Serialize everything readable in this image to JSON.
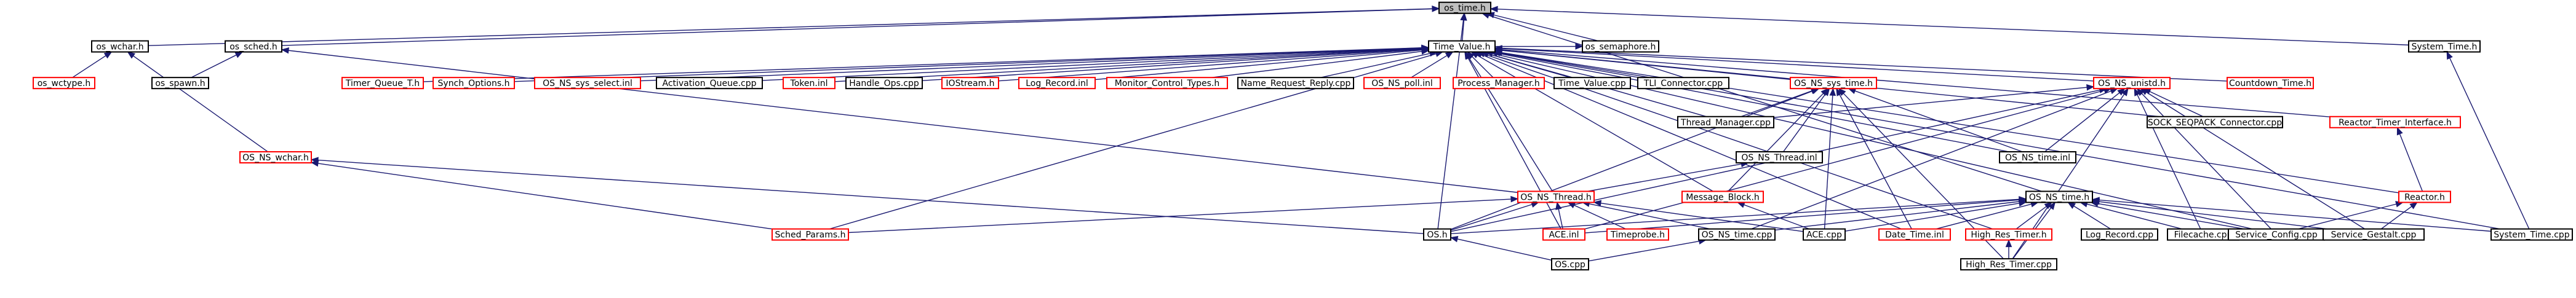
{
  "colors": {
    "edge": "#191970",
    "border_default": "#000000",
    "border_link": "#ff0000",
    "fill_default": "#ffffff",
    "fill_root": "#bfbfbf"
  },
  "nodes": [
    {
      "id": "os_time_h",
      "label": "os_time.h",
      "style": "root"
    },
    {
      "id": "os_wchar_h",
      "label": "os_wchar.h",
      "style": "black"
    },
    {
      "id": "os_sched_h",
      "label": "os_sched.h",
      "style": "black"
    },
    {
      "id": "Time_Value_h",
      "label": "Time_Value.h",
      "style": "black"
    },
    {
      "id": "os_semaphore_h",
      "label": "os_semaphore.h",
      "style": "black"
    },
    {
      "id": "System_Time_h",
      "label": "System_Time.h",
      "style": "black"
    },
    {
      "id": "os_wctype_h",
      "label": "os_wctype.h",
      "style": "red"
    },
    {
      "id": "os_spawn_h",
      "label": "os_spawn.h",
      "style": "black"
    },
    {
      "id": "Timer_Queue_T_h",
      "label": "Timer_Queue_T.h",
      "style": "red"
    },
    {
      "id": "Synch_Options_h",
      "label": "Synch_Options.h",
      "style": "red"
    },
    {
      "id": "OS_NS_sys_select_inl",
      "label": "OS_NS_sys_select.inl",
      "style": "red"
    },
    {
      "id": "Activation_Queue_cpp",
      "label": "Activation_Queue.cpp",
      "style": "black"
    },
    {
      "id": "Token_inl",
      "label": "Token.inl",
      "style": "red"
    },
    {
      "id": "Handle_Ops_cpp",
      "label": "Handle_Ops.cpp",
      "style": "black"
    },
    {
      "id": "IOStream_h",
      "label": "IOStream.h",
      "style": "red"
    },
    {
      "id": "Log_Record_inl",
      "label": "Log_Record.inl",
      "style": "red"
    },
    {
      "id": "Monitor_Control_Types_h",
      "label": "Monitor_Control_Types.h",
      "style": "red"
    },
    {
      "id": "Name_Request_Reply_cpp",
      "label": "Name_Request_Reply.cpp",
      "style": "black"
    },
    {
      "id": "OS_NS_poll_inl",
      "label": "OS_NS_poll.inl",
      "style": "red"
    },
    {
      "id": "Process_Manager_h",
      "label": "Process_Manager.h",
      "style": "red"
    },
    {
      "id": "Time_Value_cpp",
      "label": "Time_Value.cpp",
      "style": "black"
    },
    {
      "id": "TLI_Connector_cpp",
      "label": "TLI_Connector.cpp",
      "style": "black"
    },
    {
      "id": "OS_NS_sys_time_h",
      "label": "OS_NS_sys_time.h",
      "style": "red"
    },
    {
      "id": "OS_NS_unistd_h",
      "label": "OS_NS_unistd.h",
      "style": "red"
    },
    {
      "id": "Countdown_Time_h",
      "label": "Countdown_Time.h",
      "style": "red"
    },
    {
      "id": "System_Time_cpp",
      "label": "System_Time.cpp",
      "style": "black"
    },
    {
      "id": "Thread_Manager_cpp",
      "label": "Thread_Manager.cpp",
      "style": "black"
    },
    {
      "id": "OS_NS_Thread_inl",
      "label": "OS_NS_Thread.inl",
      "style": "black"
    },
    {
      "id": "OS_NS_time_inl",
      "label": "OS_NS_time.inl",
      "style": "black"
    },
    {
      "id": "SOCK_SEQPACK_Connector_cpp",
      "label": "SOCK_SEQPACK_Connector.cpp",
      "style": "black"
    },
    {
      "id": "Reactor_Timer_Interface_h",
      "label": "Reactor_Timer_Interface.h",
      "style": "red"
    },
    {
      "id": "OS_NS_wchar_h",
      "label": "OS_NS_wchar.h",
      "style": "red"
    },
    {
      "id": "OS_NS_Thread_h",
      "label": "OS_NS_Thread.h",
      "style": "red"
    },
    {
      "id": "Message_Block_h",
      "label": "Message_Block.h",
      "style": "red"
    },
    {
      "id": "OS_NS_time_h",
      "label": "OS_NS_time.h",
      "style": "black"
    },
    {
      "id": "Reactor_h",
      "label": "Reactor.h",
      "style": "red"
    },
    {
      "id": "Sched_Params_h",
      "label": "Sched_Params.h",
      "style": "red"
    },
    {
      "id": "OS_h",
      "label": "OS.h",
      "style": "black"
    },
    {
      "id": "ACE_inl",
      "label": "ACE.inl",
      "style": "red"
    },
    {
      "id": "Timeprobe_h",
      "label": "Timeprobe.h",
      "style": "red"
    },
    {
      "id": "OS_NS_time_cpp",
      "label": "OS_NS_time.cpp",
      "style": "black"
    },
    {
      "id": "ACE_cpp",
      "label": "ACE.cpp",
      "style": "black"
    },
    {
      "id": "Date_Time_inl",
      "label": "Date_Time.inl",
      "style": "red"
    },
    {
      "id": "High_Res_Timer_h",
      "label": "High_Res_Timer.h",
      "style": "red"
    },
    {
      "id": "Log_Record_cpp",
      "label": "Log_Record.cpp",
      "style": "black"
    },
    {
      "id": "Filecache_cpp",
      "label": "Filecache.cpp",
      "style": "black"
    },
    {
      "id": "Service_Config_cpp",
      "label": "Service_Config.cpp",
      "style": "black"
    },
    {
      "id": "Service_Gestalt_cpp",
      "label": "Service_Gestalt.cpp",
      "style": "black"
    },
    {
      "id": "OS_cpp",
      "label": "OS.cpp",
      "style": "black"
    },
    {
      "id": "High_Res_Timer_cpp",
      "label": "High_Res_Timer.cpp",
      "style": "black"
    }
  ],
  "edges": [
    [
      "os_time_h",
      "os_wchar_h"
    ],
    [
      "os_time_h",
      "os_sched_h"
    ],
    [
      "os_time_h",
      "Time_Value_h"
    ],
    [
      "os_time_h",
      "os_semaphore_h"
    ],
    [
      "os_time_h",
      "System_Time_h"
    ],
    [
      "os_time_h",
      "OS_h"
    ],
    [
      "os_time_h",
      "OS_NS_time_h"
    ],
    [
      "os_wchar_h",
      "os_wctype_h"
    ],
    [
      "os_wchar_h",
      "OS_NS_wchar_h"
    ],
    [
      "os_sched_h",
      "os_spawn_h"
    ],
    [
      "os_sched_h",
      "OS_NS_Thread_h"
    ],
    [
      "os_semaphore_h",
      "Time_Value_h"
    ],
    [
      "System_Time_h",
      "System_Time_cpp"
    ],
    [
      "Time_Value_h",
      "Timer_Queue_T_h"
    ],
    [
      "Time_Value_h",
      "Synch_Options_h"
    ],
    [
      "Time_Value_h",
      "OS_NS_sys_select_inl"
    ],
    [
      "Time_Value_h",
      "Activation_Queue_cpp"
    ],
    [
      "Time_Value_h",
      "Token_inl"
    ],
    [
      "Time_Value_h",
      "Handle_Ops_cpp"
    ],
    [
      "Time_Value_h",
      "IOStream_h"
    ],
    [
      "Time_Value_h",
      "Log_Record_inl"
    ],
    [
      "Time_Value_h",
      "Monitor_Control_Types_h"
    ],
    [
      "Time_Value_h",
      "Name_Request_Reply_cpp"
    ],
    [
      "Time_Value_h",
      "OS_NS_poll_inl"
    ],
    [
      "Time_Value_h",
      "Process_Manager_h"
    ],
    [
      "Time_Value_h",
      "Time_Value_cpp"
    ],
    [
      "Time_Value_h",
      "TLI_Connector_cpp"
    ],
    [
      "Time_Value_h",
      "OS_NS_sys_time_h"
    ],
    [
      "Time_Value_h",
      "OS_NS_unistd_h"
    ],
    [
      "Time_Value_h",
      "Countdown_Time_h"
    ],
    [
      "Time_Value_h",
      "Thread_Manager_cpp"
    ],
    [
      "Time_Value_h",
      "SOCK_SEQPACK_Connector_cpp"
    ],
    [
      "Time_Value_h",
      "Reactor_Timer_Interface_h"
    ],
    [
      "Time_Value_h",
      "Reactor_h"
    ],
    [
      "Time_Value_h",
      "Sched_Params_h"
    ],
    [
      "Time_Value_h",
      "OS_NS_Thread_h"
    ],
    [
      "Time_Value_h",
      "Message_Block_h"
    ],
    [
      "Time_Value_h",
      "ACE_inl"
    ],
    [
      "Time_Value_h",
      "Date_Time_inl"
    ],
    [
      "Time_Value_h",
      "High_Res_Timer_h"
    ],
    [
      "Time_Value_h",
      "System_Time_cpp"
    ],
    [
      "Time_Value_h",
      "Service_Config_cpp"
    ],
    [
      "Time_Value_h",
      "OS_NS_time_inl"
    ],
    [
      "OS_NS_sys_time_h",
      "Thread_Manager_cpp"
    ],
    [
      "OS_NS_sys_time_h",
      "OS_NS_Thread_inl"
    ],
    [
      "OS_NS_sys_time_h",
      "OS_NS_time_inl"
    ],
    [
      "OS_NS_sys_time_h",
      "OS_h"
    ],
    [
      "OS_NS_sys_time_h",
      "ACE_cpp"
    ],
    [
      "OS_NS_sys_time_h",
      "Date_Time_inl"
    ],
    [
      "OS_NS_sys_time_h",
      "High_Res_Timer_cpp"
    ],
    [
      "OS_NS_sys_time_h",
      "Message_Block_h"
    ],
    [
      "OS_NS_unistd_h",
      "Thread_Manager_cpp"
    ],
    [
      "OS_NS_unistd_h",
      "OS_NS_time_inl"
    ],
    [
      "OS_NS_unistd_h",
      "SOCK_SEQPACK_Connector_cpp"
    ],
    [
      "OS_NS_unistd_h",
      "OS_h"
    ],
    [
      "OS_NS_unistd_h",
      "ACE_inl"
    ],
    [
      "OS_NS_unistd_h",
      "Filecache_cpp"
    ],
    [
      "OS_NS_unistd_h",
      "Service_Config_cpp"
    ],
    [
      "OS_NS_unistd_h",
      "Service_Gestalt_cpp"
    ],
    [
      "OS_NS_unistd_h",
      "High_Res_Timer_cpp"
    ],
    [
      "OS_NS_unistd_h",
      "OS_NS_time_cpp"
    ],
    [
      "OS_NS_Thread_inl",
      "OS_NS_Thread_h"
    ],
    [
      "OS_NS_wchar_h",
      "OS_h"
    ],
    [
      "OS_NS_wchar_h",
      "Sched_Params_h"
    ],
    [
      "OS_NS_Thread_h",
      "Sched_Params_h"
    ],
    [
      "OS_NS_Thread_h",
      "OS_h"
    ],
    [
      "OS_NS_Thread_h",
      "ACE_inl"
    ],
    [
      "OS_NS_Thread_h",
      "Timeprobe_h"
    ],
    [
      "OS_NS_Thread_h",
      "OS_NS_time_cpp"
    ],
    [
      "OS_NS_Thread_h",
      "ACE_cpp"
    ],
    [
      "Message_Block_h",
      "ACE_cpp"
    ],
    [
      "OS_NS_time_h",
      "OS_h"
    ],
    [
      "OS_NS_time_h",
      "ACE_inl"
    ],
    [
      "OS_NS_time_h",
      "OS_NS_time_cpp"
    ],
    [
      "OS_NS_time_h",
      "ACE_cpp"
    ],
    [
      "OS_NS_time_h",
      "Date_Time_inl"
    ],
    [
      "OS_NS_time_h",
      "High_Res_Timer_h"
    ],
    [
      "OS_NS_time_h",
      "Log_Record_cpp"
    ],
    [
      "OS_NS_time_h",
      "Filecache_cpp"
    ],
    [
      "OS_NS_time_h",
      "Service_Config_cpp"
    ],
    [
      "OS_NS_time_h",
      "Service_Gestalt_cpp"
    ],
    [
      "OS_NS_time_h",
      "System_Time_cpp"
    ],
    [
      "OS_NS_time_h",
      "High_Res_Timer_cpp"
    ],
    [
      "Reactor_Timer_Interface_h",
      "Reactor_h"
    ],
    [
      "Reactor_h",
      "Service_Config_cpp"
    ],
    [
      "Reactor_h",
      "Service_Gestalt_cpp"
    ],
    [
      "OS_h",
      "OS_cpp"
    ],
    [
      "OS_NS_time_cpp",
      "OS_cpp"
    ],
    [
      "High_Res_Timer_h",
      "High_Res_Timer_cpp"
    ]
  ]
}
